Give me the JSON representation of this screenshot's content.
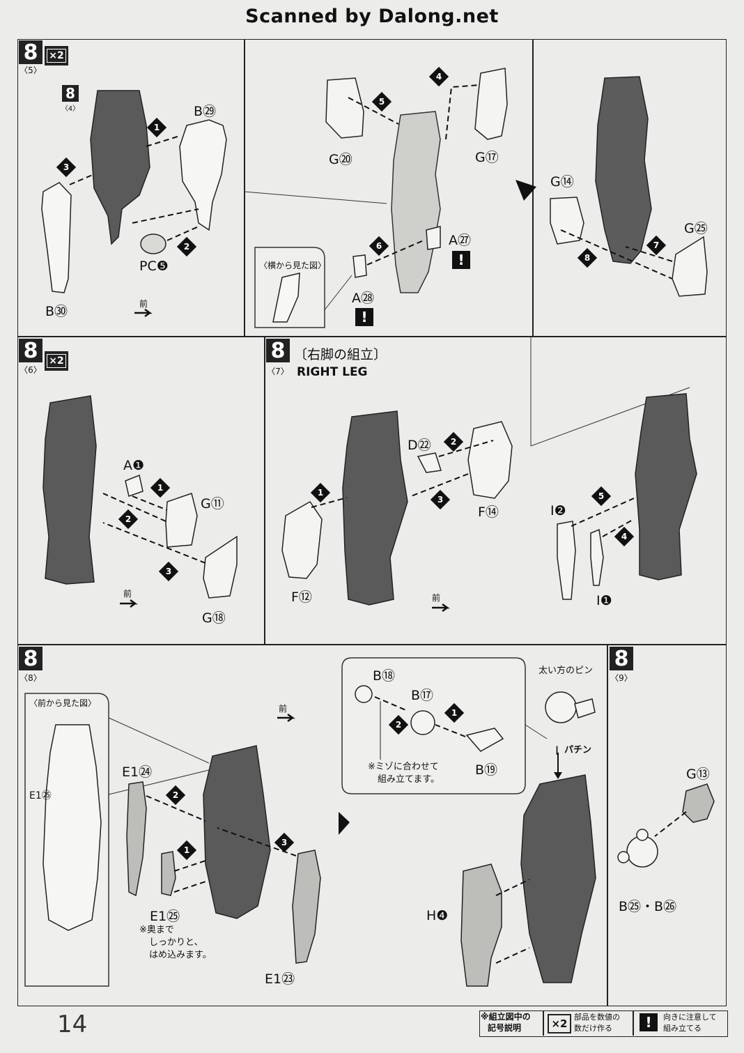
{
  "scan_credit": "Scanned by Dalong.net",
  "page_number": "14",
  "panels": {
    "p5": {
      "step": "8",
      "sub": "〈5〉",
      "multiplier": "×2",
      "ref_step": "8",
      "ref_sub": "〈4〉",
      "parts": {
        "b29": "B㉙",
        "b30": "B㉚",
        "pc5": "PC❺"
      },
      "front": "前",
      "side_view": "〈横から見た図〉",
      "parts_b": {
        "g20": "G⑳",
        "g17": "G⑰",
        "a27": "A㉗",
        "a28": "A㉘"
      },
      "parts_c": {
        "g14": "G⑭",
        "g25": "G㉕"
      }
    },
    "p6": {
      "step": "8",
      "sub": "〈6〉",
      "multiplier": "×2",
      "parts": {
        "a1": "A❶",
        "g11": "G⑪",
        "g18": "G⑱"
      },
      "front": "前"
    },
    "p7": {
      "step": "8",
      "sub": "〈7〉",
      "title_jp": "〔右脚の組立〕",
      "title_en": "RIGHT LEG",
      "parts": {
        "d22": "D㉒",
        "f14": "F⑭",
        "f12": "F⑫",
        "i2": "I❷",
        "i1": "I❶"
      },
      "front": "前"
    },
    "p8": {
      "step": "8",
      "sub": "〈8〉",
      "front_view": "〈前から見た図〉",
      "parts": {
        "e1_24": "E1㉔",
        "e1_25": "E1㉕",
        "e1_23": "E1㉓",
        "e1_25b": "E1㉕"
      },
      "front": "前",
      "note": [
        "※奥まで",
        "しっかりと、",
        "はめ込みます。"
      ],
      "callout_parts": {
        "b18": "B⑱",
        "b17": "B⑰",
        "b19": "B⑲"
      },
      "callout_note": [
        "※ミゾに合わせて",
        "組み立てます。"
      ],
      "pin_label": "太い方のピン",
      "snap": "パチン",
      "i_label": "I",
      "h4": "H❹"
    },
    "p9": {
      "step": "8",
      "sub": "〈9〉",
      "parts": {
        "g13": "G⑬",
        "b25_26": "B㉕・B㉖"
      }
    }
  },
  "legend": {
    "title": [
      "※組立図中の",
      "記号説明"
    ],
    "x2_icon": "×2",
    "x2_text": [
      "部品を数値の",
      "数だけ作る"
    ],
    "warn_icon": "!",
    "warn_text": [
      "向きに注意して",
      "組み立てる"
    ]
  }
}
